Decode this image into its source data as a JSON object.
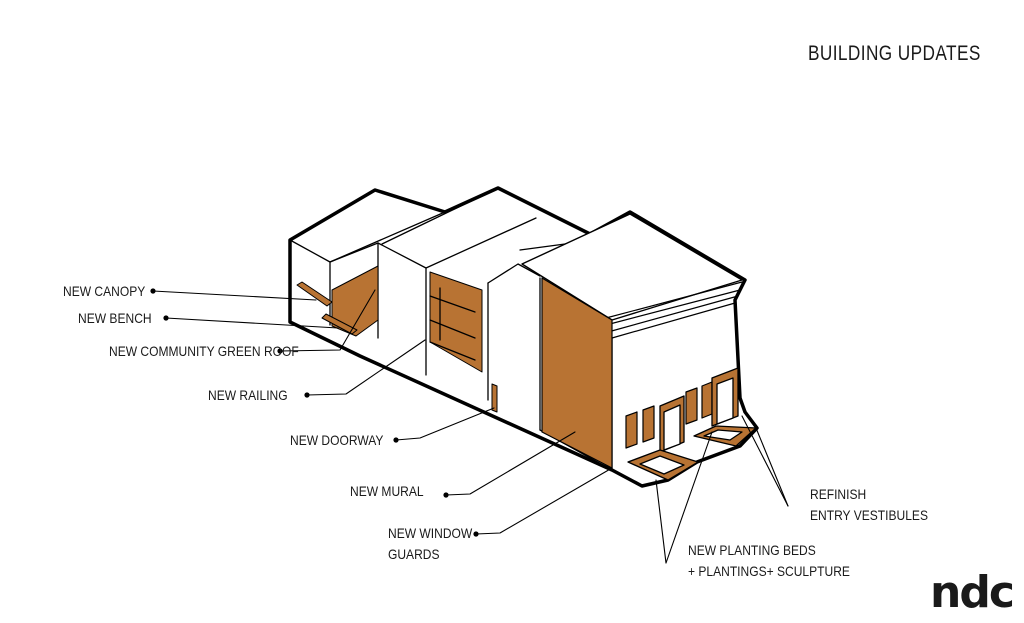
{
  "title": "BUILDING UPDATES",
  "colors": {
    "accent": "#b87333",
    "outline": "#000000",
    "wall": "#ffffff"
  },
  "labels": {
    "canopy": "NEW CANOPY",
    "bench": "NEW BENCH",
    "green_roof": "NEW COMMUNITY GREEN ROOF",
    "railing": "NEW RAILING",
    "doorway": "NEW DOORWAY",
    "mural": "NEW MURAL",
    "window_guards_1": "NEW WINDOW",
    "window_guards_2": "GUARDS",
    "planting_1": "NEW PLANTING BEDS",
    "planting_2": "+ PLANTINGS+ SCULPTURE",
    "vestibules_1": "REFINISH",
    "vestibules_2": "ENTRY VESTIBULES"
  },
  "logo": "ndc"
}
